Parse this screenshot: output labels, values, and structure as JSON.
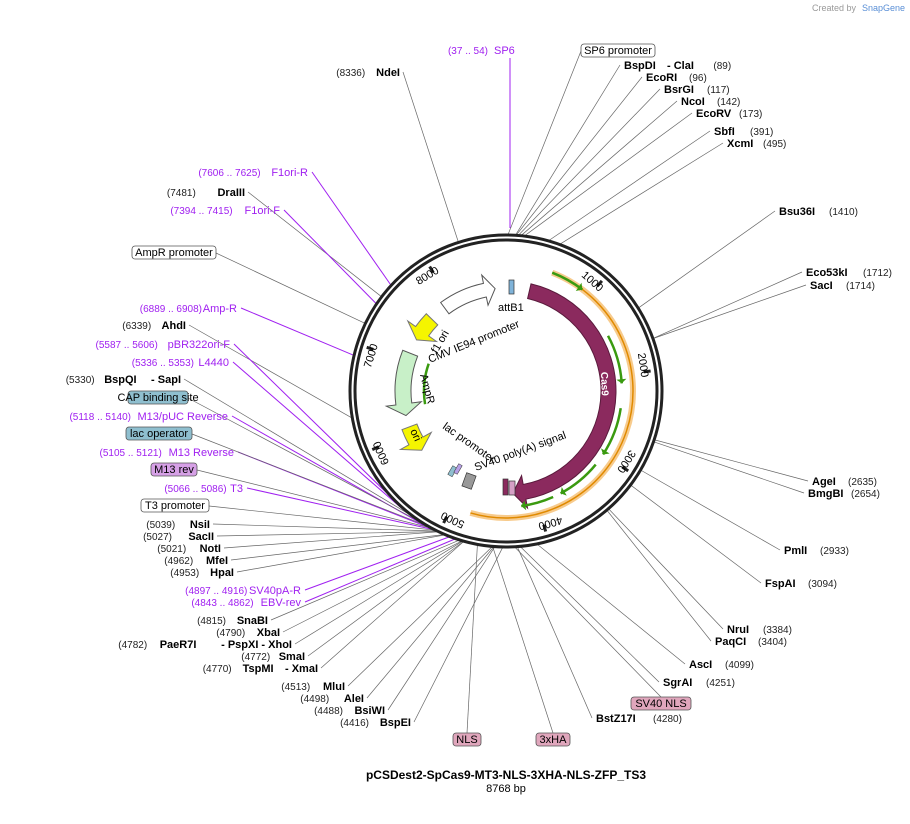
{
  "credit": {
    "created_by": "Created by",
    "brand": "SnapGene"
  },
  "title": "pCSDest2-SpCas9-MT3-NLS-3XHA-NLS-ZFP_TS3",
  "length_label": "8768 bp",
  "plasmid_length": 8768,
  "colors": {
    "backbone": "#222222",
    "cas9": "#8b2a5e",
    "orange": "#f0a030",
    "green_arrow": "#3a9a10",
    "ampR": "#c8f0c8",
    "ori": "#f5f500",
    "f1ori": "#f5f500",
    "cmv": "#ffffff",
    "primer": "#a020f0",
    "cap_box": "#8fbfcf",
    "m13rev_box": "#d6a0e6",
    "nls_box": "#e0a6bc"
  },
  "ticks": [
    {
      "pos": 1000,
      "label": "1000"
    },
    {
      "pos": 2000,
      "label": "2000"
    },
    {
      "pos": 3000,
      "label": "3000"
    },
    {
      "pos": 4000,
      "label": "4000"
    },
    {
      "pos": 5000,
      "label": "5000"
    },
    {
      "pos": 6000,
      "label": "6000"
    },
    {
      "pos": 7000,
      "label": "7000"
    },
    {
      "pos": 8000,
      "label": "8000"
    }
  ],
  "features": {
    "attB1": "attB1",
    "cmv": "CMV IE94 promoter",
    "cas9": "Cas9",
    "sv40pa": "SV40 poly(A) signal",
    "lac": "lac promoter",
    "ori": "ori",
    "ampR": "AmpR",
    "f1ori": "f1 ori"
  },
  "labels_right": [
    {
      "name": "BspDI",
      "num": "(89)",
      "extra": "- ClaI",
      "pos": 89
    },
    {
      "name": "EcoRI",
      "num": "(96)",
      "pos": 96
    },
    {
      "name": "BsrGI",
      "num": "(117)",
      "pos": 117
    },
    {
      "name": "NcoI",
      "num": "(142)",
      "pos": 142
    },
    {
      "name": "EcoRV",
      "num": "(173)",
      "pos": 173
    },
    {
      "name": "SbfI",
      "num": "(391)",
      "pos": 391
    },
    {
      "name": "XcmI",
      "num": "(495)",
      "pos": 495
    },
    {
      "name": "Bsu36I",
      "num": "(1410)",
      "pos": 1410
    },
    {
      "name": "Eco53kI",
      "num": "(1712)",
      "pos": 1712
    },
    {
      "name": "SacI",
      "num": "(1714)",
      "pos": 1714
    },
    {
      "name": "AgeI",
      "num": "(2635)",
      "pos": 2635
    },
    {
      "name": "BmgBI",
      "num": "(2654)",
      "pos": 2654
    },
    {
      "name": "PmlI",
      "num": "(2933)",
      "pos": 2933
    },
    {
      "name": "FspAI",
      "num": "(3094)",
      "pos": 3094
    },
    {
      "name": "NruI",
      "num": "(3384)",
      "pos": 3384
    },
    {
      "name": "PaqCI",
      "num": "(3404)",
      "pos": 3404
    },
    {
      "name": "AscI",
      "num": "(4099)",
      "pos": 4099
    },
    {
      "name": "SgrAI",
      "num": "(4251)",
      "pos": 4251
    },
    {
      "name": "BstZ17I",
      "num": "(4280)",
      "pos": 4280
    }
  ],
  "labels_left": [
    {
      "name": "NdeI",
      "num": "(8336)",
      "pos": 8336
    },
    {
      "name": "DraIII",
      "num": "(7481)",
      "pos": 7481
    },
    {
      "name": "AhdI",
      "num": "(6339)",
      "pos": 6339
    },
    {
      "name": "BspQI",
      "num": "(5330)",
      "extra": "- SapI",
      "pos": 5330
    },
    {
      "name": "NsiI",
      "num": "(5039)",
      "pos": 5039
    },
    {
      "name": "SacII",
      "num": "(5027)",
      "pos": 5027
    },
    {
      "name": "NotI",
      "num": "(5021)",
      "pos": 5021
    },
    {
      "name": "MfeI",
      "num": "(4962)",
      "pos": 4962
    },
    {
      "name": "HpaI",
      "num": "(4953)",
      "pos": 4953
    },
    {
      "name": "SnaBI",
      "num": "(4815)",
      "pos": 4815
    },
    {
      "name": "XbaI",
      "num": "(4790)",
      "pos": 4790
    },
    {
      "name": "PaeR7I",
      "num": "(4782)",
      "extra": "- PspXI - XhoI",
      "pos": 4782
    },
    {
      "name": "SmaI",
      "num": "(4772)",
      "pos": 4772
    },
    {
      "name": "TspMI",
      "num": "(4770)",
      "extra": "- XmaI",
      "pos": 4770
    },
    {
      "name": "MluI",
      "num": "(4513)",
      "pos": 4513
    },
    {
      "name": "AleI",
      "num": "(4498)",
      "pos": 4498
    },
    {
      "name": "BsiWI",
      "num": "(4488)",
      "pos": 4488
    },
    {
      "name": "BspEI",
      "num": "(4416)",
      "pos": 4416
    }
  ],
  "primers": [
    {
      "range": "(37 .. 54)",
      "name": "SP6",
      "pos": 45
    },
    {
      "range": "(7606 .. 7625)",
      "name": "F1ori-R",
      "pos": 7615
    },
    {
      "range": "(7394 .. 7415)",
      "name": "F1ori-F",
      "pos": 7404
    },
    {
      "range": "(6889 .. 6908)",
      "name": "Amp-R",
      "pos": 6898
    },
    {
      "range": "(5587 .. 5606)",
      "name": "pBR322ori-F",
      "pos": 5596
    },
    {
      "range": "(5336 .. 5353)",
      "name": "L4440",
      "pos": 5344
    },
    {
      "range": "(5118 .. 5140)",
      "name": "M13/pUC Reverse",
      "pos": 5129
    },
    {
      "range": "(5105 .. 5121)",
      "name": "M13 Reverse",
      "pos": 5113
    },
    {
      "range": "(5066 .. 5086)",
      "name": "T3",
      "pos": 5076
    },
    {
      "range": "(4897 .. 4916)",
      "name": "SV40pA-R",
      "pos": 4906
    },
    {
      "range": "(4843 .. 4862)",
      "name": "EBV-rev",
      "pos": 4852
    }
  ],
  "boxed_features": [
    {
      "name": "SP6 promoter",
      "pos": 20
    },
    {
      "name": "AmpR promoter",
      "pos": 7200
    },
    {
      "name": "CAP binding site",
      "pos": 5240
    },
    {
      "name": "lac operator",
      "pos": 5160
    },
    {
      "name": "M13 rev",
      "pos": 5110
    },
    {
      "name": "T3 promoter",
      "pos": 5060
    },
    {
      "name": "SV40 NLS",
      "pos": 4300
    },
    {
      "name": "NLS",
      "pos": 4640
    },
    {
      "name": "3xHA",
      "pos": 4500
    }
  ]
}
